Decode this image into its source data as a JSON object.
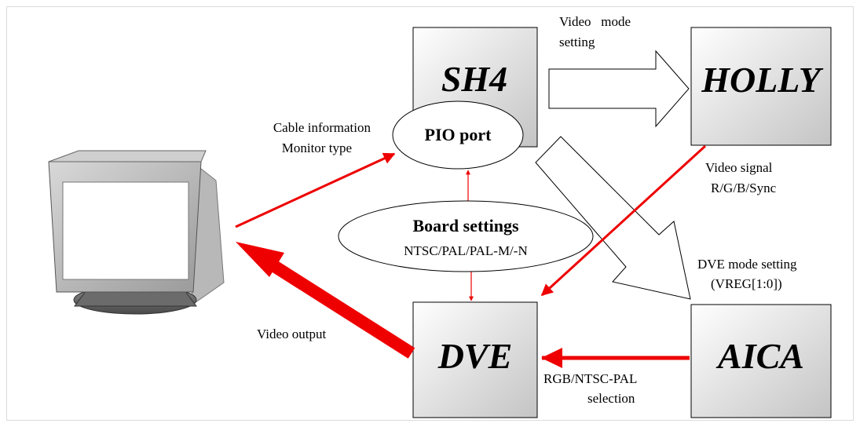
{
  "blocks": {
    "sh4": "SH4",
    "holly": "HOLLY",
    "dve": "DVE",
    "aica": "AICA"
  },
  "pio_port": "PIO port",
  "board_settings": {
    "title": "Board settings",
    "subtitle": "NTSC/PAL/PAL-M/-N"
  },
  "labels": {
    "video_mode_line1": "Video   mode",
    "video_mode_line2": "setting",
    "cable_info": "Cable information",
    "monitor_type": "Monitor type",
    "video_signal": "Video signal",
    "rgb_sync": "R/G/B/Sync",
    "dve_mode": "DVE mode setting",
    "vreg": "(VREG[1:0])",
    "video_output": "Video output",
    "rgb_ntsc_pal": "RGB/NTSC-PAL",
    "selection": "selection"
  },
  "colors": {
    "arrow_red": "#ee0000",
    "block_gradient_light": "#ffffff",
    "block_gradient_dark": "#c8c8c8",
    "border": "#dddddd"
  }
}
